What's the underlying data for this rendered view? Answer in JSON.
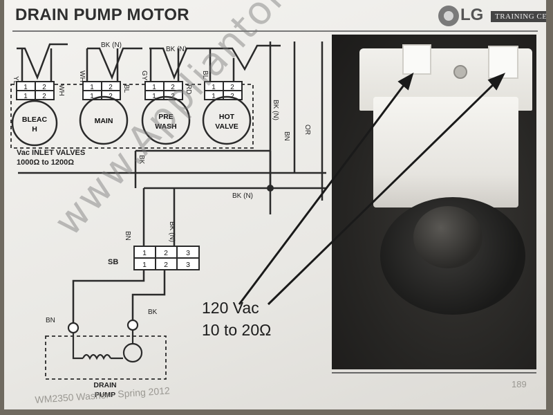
{
  "slide": {
    "title": "DRAIN PUMP MOTOR",
    "brand": {
      "logo_text": "LG",
      "training_text": "TRAINING CENTER"
    },
    "footer": "WM2350 Washer - Spring 2012",
    "page_number": "189",
    "watermark": "www.Appliantology.org"
  },
  "diagram": {
    "valves": [
      {
        "label_line1": "BLEAC",
        "label_line2": "H",
        "wire": "YL"
      },
      {
        "label_line1": "MAIN",
        "label_line2": "",
        "wire": "WH"
      },
      {
        "label_line1": "PRE",
        "label_line2": "WASH",
        "wire": "GY"
      },
      {
        "label_line1": "HOT",
        "label_line2": "VALVE",
        "wire": "BL"
      }
    ],
    "connector_pins": [
      "1",
      "2"
    ],
    "valve_side_wires": [
      "WH",
      "BL",
      "RD"
    ],
    "top_wire_labels": [
      "BK (N)",
      "BK (N)"
    ],
    "inlet_label_line1": "Vac INLET VALVES",
    "inlet_label_line2": "1000Ω to 1200Ω",
    "vertical_wire_labels": [
      "BK (N)",
      "BN",
      "OR"
    ],
    "bk_wire_label": "BK",
    "neutral_label": "BK (N)",
    "bn_wire_label": "BN",
    "bkn_vertical_label": "BK (N)",
    "sb_label": "SB",
    "sb_pins": [
      "1",
      "2",
      "3"
    ],
    "pump_wire_left": "BN",
    "pump_wire_right": "BK",
    "pump_label_line1": "DRAIN",
    "pump_label_line2": "PUMP"
  },
  "annotation": {
    "voltage": "120 Vac",
    "resistance": "10 to 20Ω"
  },
  "colors": {
    "line": "#2a2a2a",
    "slide_bg": "#efeeea",
    "photo_bg": "#222120",
    "brand_dark": "#444444"
  }
}
